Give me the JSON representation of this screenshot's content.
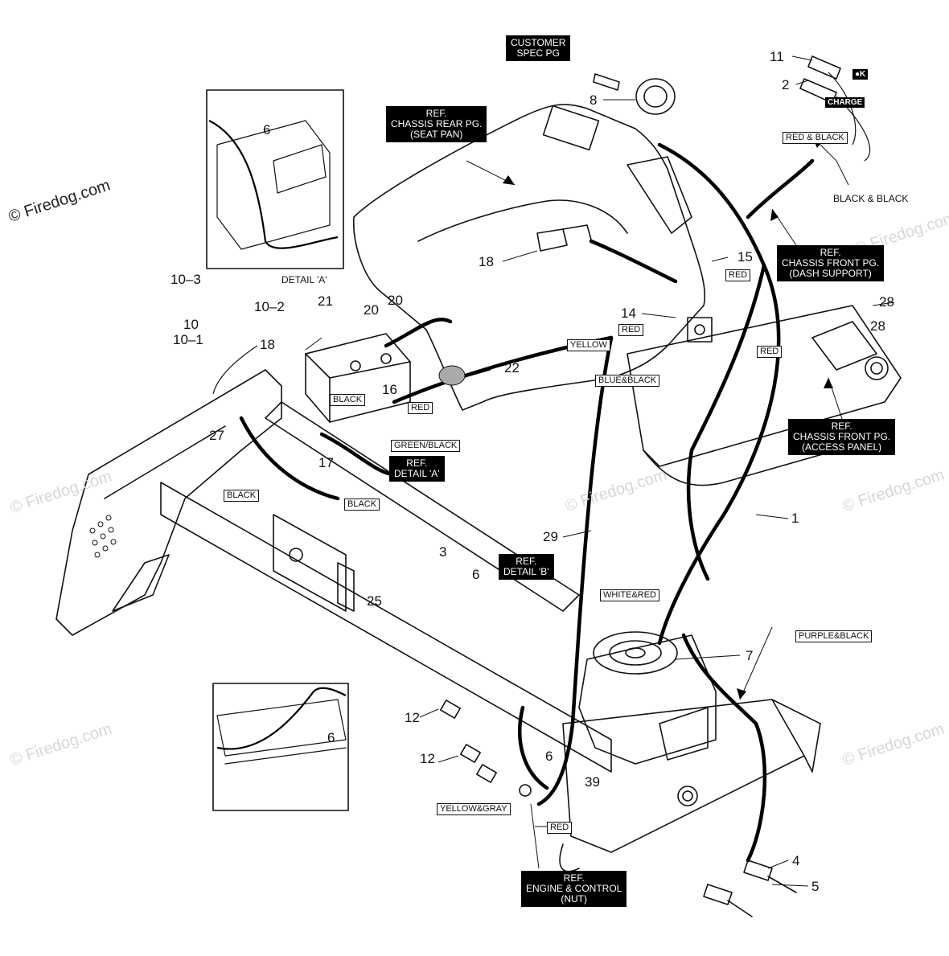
{
  "watermark": {
    "text": "© Firedog.com"
  },
  "callouts": {
    "c11": "11",
    "c2": "2",
    "c8": "8",
    "c6a": "6",
    "c18a": "18",
    "c15": "15",
    "c10_3": "10–3",
    "c10_2": "10–2",
    "c10": "10",
    "c10_1": "10–1",
    "c21": "21",
    "c20a": "20",
    "c20b": "20",
    "c18b": "18",
    "c14": "14",
    "c28a": "28",
    "c28b": "28",
    "c22": "22",
    "c16": "16",
    "c27": "27",
    "c17": "17",
    "c1": "1",
    "c29": "29",
    "c3": "3",
    "c6b": "6",
    "c25": "25",
    "c7": "7",
    "c12a": "12",
    "c6c": "6",
    "c12b": "12",
    "c6d": "6",
    "c39": "39",
    "c4": "4",
    "c5": "5"
  },
  "wire_tags": {
    "red_black": "RED  & BLACK",
    "red1": "RED",
    "red2": "RED",
    "yellow": "YELLOW",
    "red3": "RED",
    "blue_black": "BLUE&BLACK",
    "black1": "BLACK",
    "red4": "RED",
    "green_black": "GREEN/BLACK",
    "black2": "BLACK",
    "black3": "BLACK",
    "white_red": "WHITE&RED",
    "purple_black": "PURPLE&BLACK",
    "yellow_gray": "YELLOW&GRAY",
    "red5": "RED"
  },
  "ref_boxes": {
    "customer_spec": "CUSTOMER\nSPEC PG",
    "chassis_rear": "REF.\nCHASSIS REAR PG.\n(SEAT PAN)",
    "chassis_front_dash": "REF.\nCHASSIS FRONT PG.\n(DASH SUPPORT)",
    "chassis_front_access": "REF.\nCHASSIS FRONT PG.\n(ACCESS PANEL)",
    "detail_a": "REF.\nDETAIL 'A'",
    "detail_b": "REF.\nDETAIL 'B'",
    "engine_control": "REF.\nENGINE & CONTROL\n(NUT)"
  },
  "captions": {
    "black_black": "BLACK & BLACK",
    "detail_a": "DETAIL 'A'"
  },
  "indicator_labels": {
    "ok": "●K",
    "charge": "CHARGE"
  }
}
